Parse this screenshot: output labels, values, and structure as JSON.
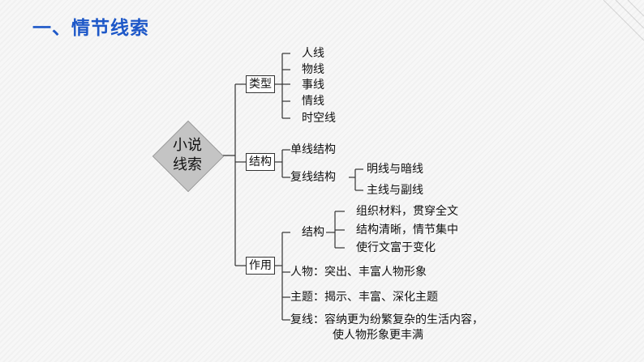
{
  "title": "一、情节线索",
  "root": "小说线索",
  "branches": {
    "type": {
      "label": "类型",
      "items": [
        "人线",
        "物线",
        "事线",
        "情线",
        "时空线"
      ]
    },
    "structure": {
      "label": "结构",
      "single": "单线结构",
      "compound": "复线结构",
      "compound_items": [
        "明线与暗线",
        "主线与副线"
      ]
    },
    "function": {
      "label": "作用",
      "struct_label": "结构",
      "struct_items": [
        "组织材料，贯穿全文",
        "结构清晰，情节集中",
        "使行文富于变化"
      ],
      "character": "人物：突出、丰富人物形象",
      "theme": "主题：揭示、丰富、深化主题",
      "compound_line1": "复线：容纳更为纷繁复杂的生活内容，",
      "compound_line2": "使人物形象更丰满"
    }
  }
}
